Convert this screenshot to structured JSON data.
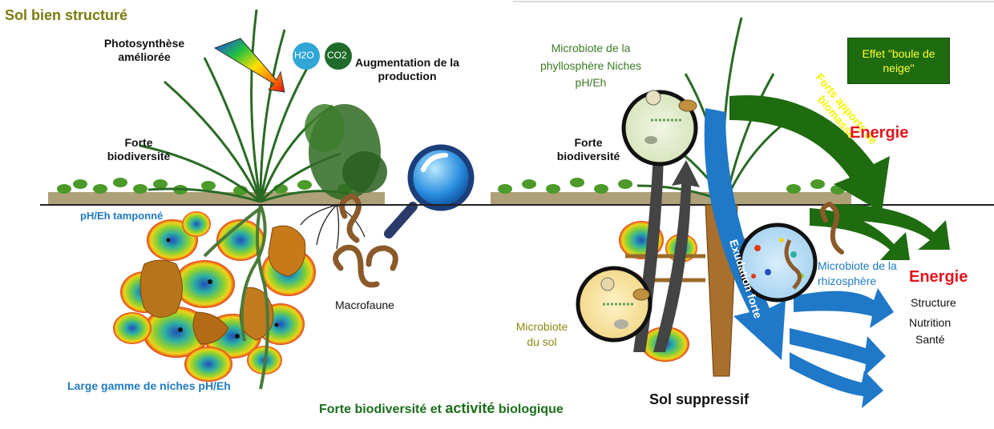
{
  "colors": {
    "olive_title": "#7a7a10",
    "blue_label": "#1f7ac2",
    "dark_green": "#1b6e1b",
    "energy_red": "#e3141b",
    "yellow_text": "#f5f500",
    "green_arrow": "#1f6b10",
    "blue_arrow": "#1f78c8",
    "soil_line": "#222222"
  },
  "icons": [
    "magnifier-icon",
    "h2o-bubble-icon",
    "co2-bubble-icon",
    "sun-ray-arrow-icon"
  ],
  "left": {
    "title": "Sol bien structuré",
    "photosynthesis": "Photosynthèse améliorée",
    "production": "Augmentation de la production",
    "biodiversity": "Forte biodiversité",
    "ph_buffer": "pH/Eh tamponné",
    "niches": "Large gamme de niches pH/Eh",
    "macrofauna": "Macrofaune",
    "h2o": "H2O",
    "co2": "CO2"
  },
  "right": {
    "phyllosphere": "Microbiote de la phyllosphère Niches pH/Eh",
    "biodiversity": "Forte biodiversité",
    "snowball": "Effet \"boule de neige\"",
    "biomass_arrow": "Forts apports de biomasse",
    "energy_top": "Energie",
    "exudation": "Exudation forte",
    "rhizosphere": "Microbiote de la rhizosphère",
    "energy_bottom": "Energie",
    "benefits": [
      "Structure",
      "Nutrition",
      "Santé"
    ],
    "soil_microbiota": "Microbiote du sol",
    "suppressive": "Sol suppressif"
  },
  "bottom_caption_part1": "Forte biodiversité et",
  "bottom_caption_part2": "activité",
  "bottom_caption_part3": "biologique"
}
